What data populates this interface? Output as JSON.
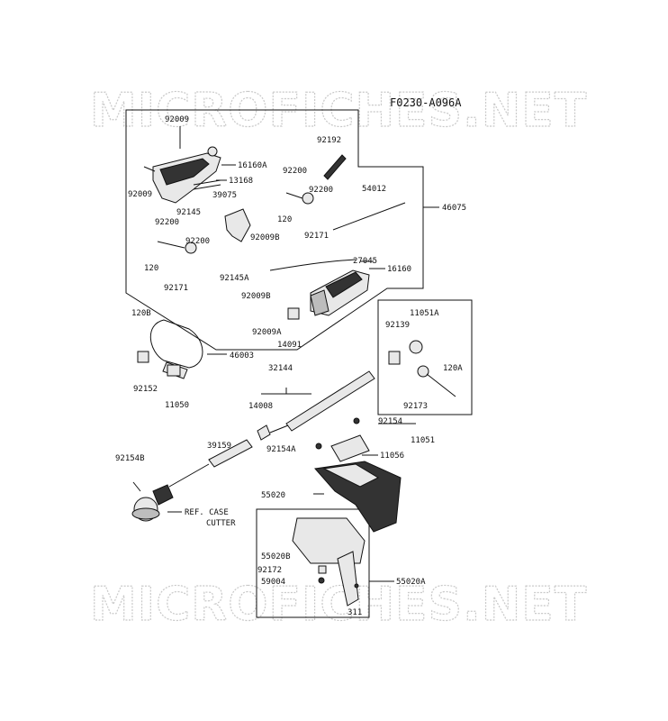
{
  "diagram_code": "F0230-A096A",
  "watermark_text": "MICROFICHES.NET",
  "labels": {
    "l92009_top": "92009",
    "l92192": "92192",
    "l16160A": "16160A",
    "l13168": "13168",
    "l92200_a": "92200",
    "l92009_left": "92009",
    "l92145": "92145",
    "l39075": "39075",
    "l92200_b": "92200",
    "l54012": "54012",
    "l46075": "46075",
    "l92200_c": "92200",
    "l92200_d": "92200",
    "l120_a": "120",
    "l92171_a": "92171",
    "l92009B_a": "92009B",
    "l120_b": "120",
    "l92171_b": "92171",
    "l27045": "27045",
    "l16160": "16160",
    "l92145A": "92145A",
    "l92009B_b": "92009B",
    "l92009A": "92009A",
    "l14091": "14091",
    "l120B": "120B",
    "l46003": "46003",
    "l92152": "92152",
    "l11050": "11050",
    "l11051A": "11051A",
    "l92139": "92139",
    "l32144": "32144",
    "l120A": "120A",
    "l14008": "14008",
    "l92173": "92173",
    "l92154": "92154",
    "l11051": "11051",
    "l39159": "39159",
    "l92154A": "92154A",
    "l11056": "11056",
    "l92154B": "92154B",
    "l55020": "55020",
    "l_refcase": "REF. CASE",
    "l_cutter": "CUTTER",
    "l55020B": "55020B",
    "l92172": "92172",
    "l59004": "59004",
    "l55020A": "55020A",
    "l311": "311"
  }
}
